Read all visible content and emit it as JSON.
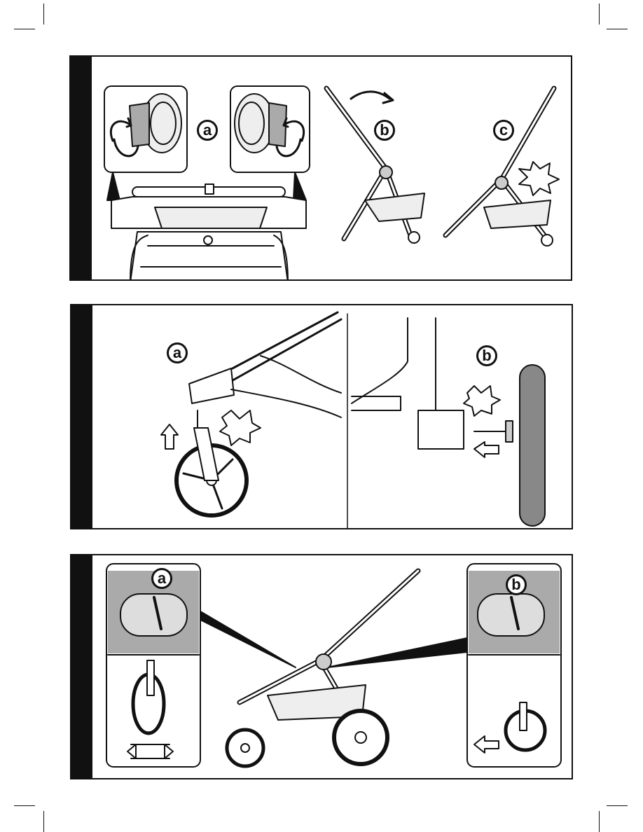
{
  "panels": [
    {
      "id": "step-fold",
      "labels": {
        "a": "a",
        "b": "b",
        "c": "c"
      }
    },
    {
      "id": "step-wheels",
      "labels": {
        "a": "a",
        "b": "b"
      }
    },
    {
      "id": "step-swivel",
      "labels": {
        "a": "a",
        "b": "b"
      }
    }
  ],
  "colors": {
    "line": "#111111",
    "shade": "#aaaaaa",
    "panel_bar": "#111111",
    "background": "#ffffff"
  }
}
